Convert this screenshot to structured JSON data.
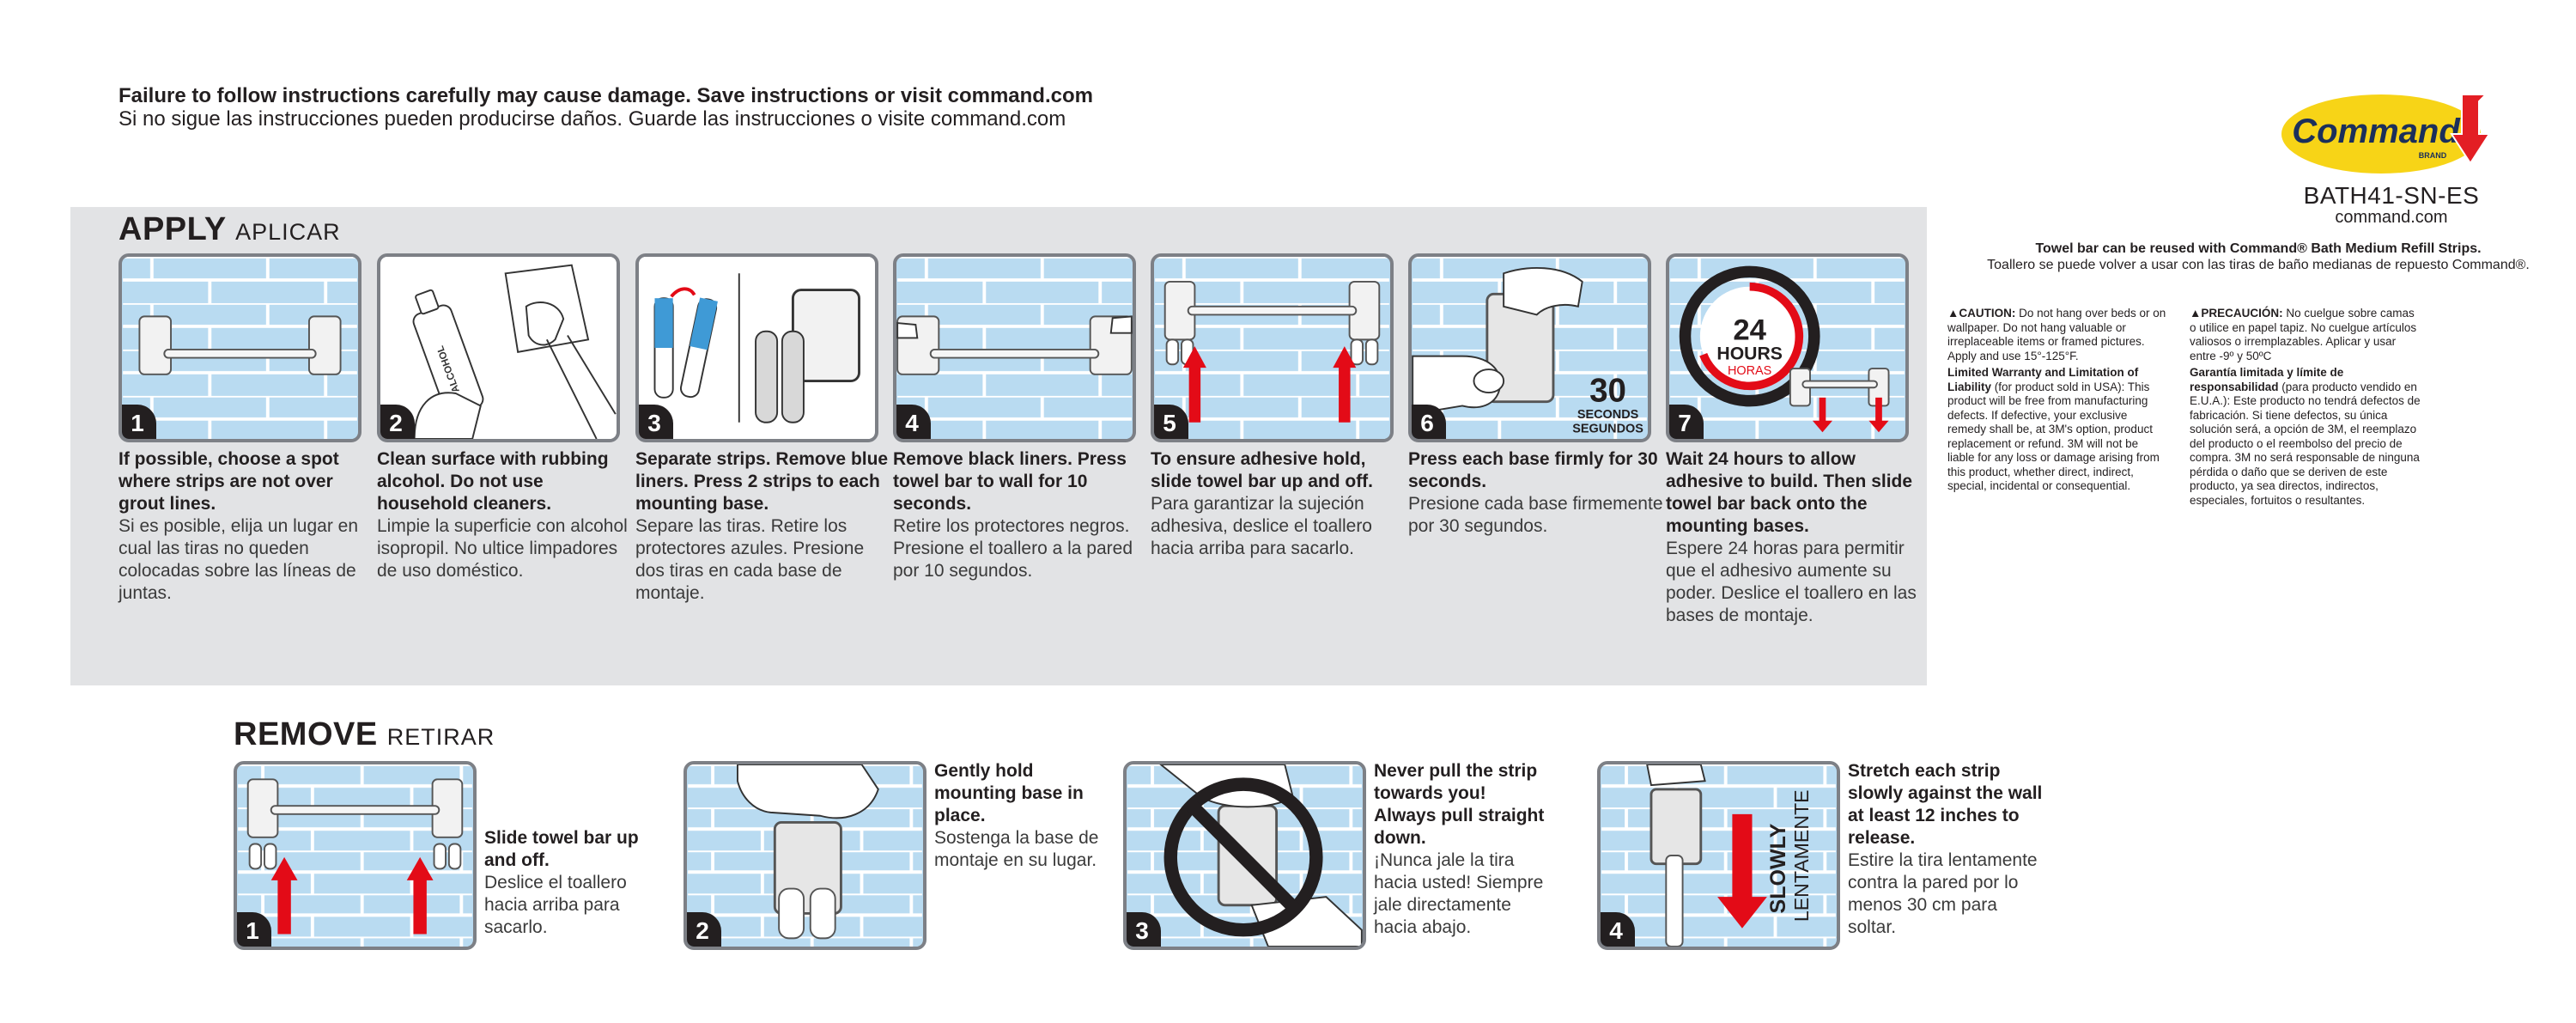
{
  "warning": {
    "en": "Failure to follow instructions carefully may cause damage. Save instructions or visit command.com",
    "es": "Si no sigue las instrucciones pueden producirse daños. Guarde las instrucciones o visite command.com"
  },
  "apply": {
    "title": "APPLY",
    "title_es": "APLICAR",
    "steps": [
      {
        "num": "1",
        "en": "If possible, choose a spot where strips are not over grout lines.",
        "es": "Si es posible, elija un lugar en cual las tiras no queden colocadas sobre las líneas de juntas."
      },
      {
        "num": "2",
        "en": "Clean surface with rubbing alcohol. Do not use household cleaners.",
        "es": "Limpie la superficie con alcohol isopropil. No ultice limpadores de uso doméstico.",
        "bottle_label": "ALCOHOL"
      },
      {
        "num": "3",
        "en": "Separate strips. Remove blue liners. Press 2 strips to each mounting base.",
        "es": "Separe las tiras. Retire los protectores azules. Presione dos tiras en cada base de montaje."
      },
      {
        "num": "4",
        "en": "Remove black liners. Press towel bar to wall for 10 seconds.",
        "es": "Retire los protectores negros. Presione el toallero a la pared por 10 segundos."
      },
      {
        "num": "5",
        "en": "To ensure adhesive hold, slide towel bar up and off.",
        "es": "Para garantizar la sujeción adhesiva, deslice el toallero hacia arriba para sacarlo."
      },
      {
        "num": "6",
        "en": "Press each base firmly for 30 seconds.",
        "es": "Presione cada base firmemente por 30 segundos.",
        "badge_num": "30",
        "badge_en": "SECONDS",
        "badge_es": "SEGUNDOS"
      },
      {
        "num": "7",
        "en": "Wait 24 hours to allow adhesive to build. Then slide towel bar back onto the mounting bases.",
        "es": "Espere 24 horas para permitir que el adhesivo aumente su poder. Deslice el toallero en las bases de montaje.",
        "clock_num": "24",
        "clock_en": "HOURS",
        "clock_es": "HORAS"
      }
    ]
  },
  "remove": {
    "title": "REMOVE",
    "title_es": "RETIRAR",
    "steps": [
      {
        "num": "1",
        "en": "Slide towel bar up and off.",
        "es": "Deslice el toallero hacia arriba para sacarlo."
      },
      {
        "num": "2",
        "en": "Gently hold mounting base in place.",
        "es": "Sostenga la base de montaje en su lugar."
      },
      {
        "num": "3",
        "en": "Never pull the strip towards you! Always pull straight down.",
        "es": "¡Nunca jale la tira hacia usted! Siempre jale directamente hacia abajo."
      },
      {
        "num": "4",
        "en": "Stretch each strip slowly against the wall at least 12 inches to release.",
        "es": "Estire la tira lentamente contra la pared por lo menos 30 cm para soltar.",
        "vertical_en": "SLOWLY",
        "vertical_es": "LENTAMENTE"
      }
    ]
  },
  "brand": {
    "logo_text": "Command",
    "logo_sub": "BRAND",
    "model": "BATH41-SN-ES",
    "site": "command.com",
    "logo_colors": {
      "yellow": "#f7d417",
      "red": "#e31e24",
      "navy": "#1b2f5b"
    }
  },
  "reuse": {
    "en": "Towel bar can be reused with Command® Bath Medium Refill Strips.",
    "es": "Toallero se puede volver a usar con las tiras de baño medianas de repuesto Command®."
  },
  "fine_print": {
    "en": {
      "caution_label": "▲CAUTION:",
      "caution": "Do not hang over beds or on wallpaper. Do not hang valuable or irreplaceable items or framed pictures. Apply and use 15°-125°F.",
      "warranty_label": "Limited Warranty and Limitation of Liability",
      "warranty": "(for product sold in USA): This product will be free from manufacturing defects. If defective, your exclusive remedy shall be, at 3M's option, product replacement or refund. 3M will not be liable for any loss or damage arising from this product, whether direct, indirect, special, incidental or consequential."
    },
    "es": {
      "caution_label": "▲PRECAUCIÓN:",
      "caution": "No cuelgue sobre camas o utilice en papel tapiz. No cuelgue artículos valiosos o irremplazables. Aplicar y usar entre -9º y 50ºC",
      "warranty_label": "Garantía limitada y límite de responsabilidad",
      "warranty": "(para producto vendido en E.U.A.): Este producto no tendrá defectos de fabricación. Si tiene defectos, su única solución será, a opción de 3M, el reemplazo del producto o el reembolso del precio de compra. 3M no será responsable de ninguna pérdida o daño que se deriven de este producto, ya sea directos, indirectos, especiales, fortuitos o resultantes."
    }
  },
  "colors": {
    "wall": "#b9dbf1",
    "grout": "#ffffff",
    "arrow_red": "#e30b17",
    "strip_blue": "#3f9ad6",
    "panel_border": "#7d8086",
    "apply_bg": "#e2e3e5"
  }
}
